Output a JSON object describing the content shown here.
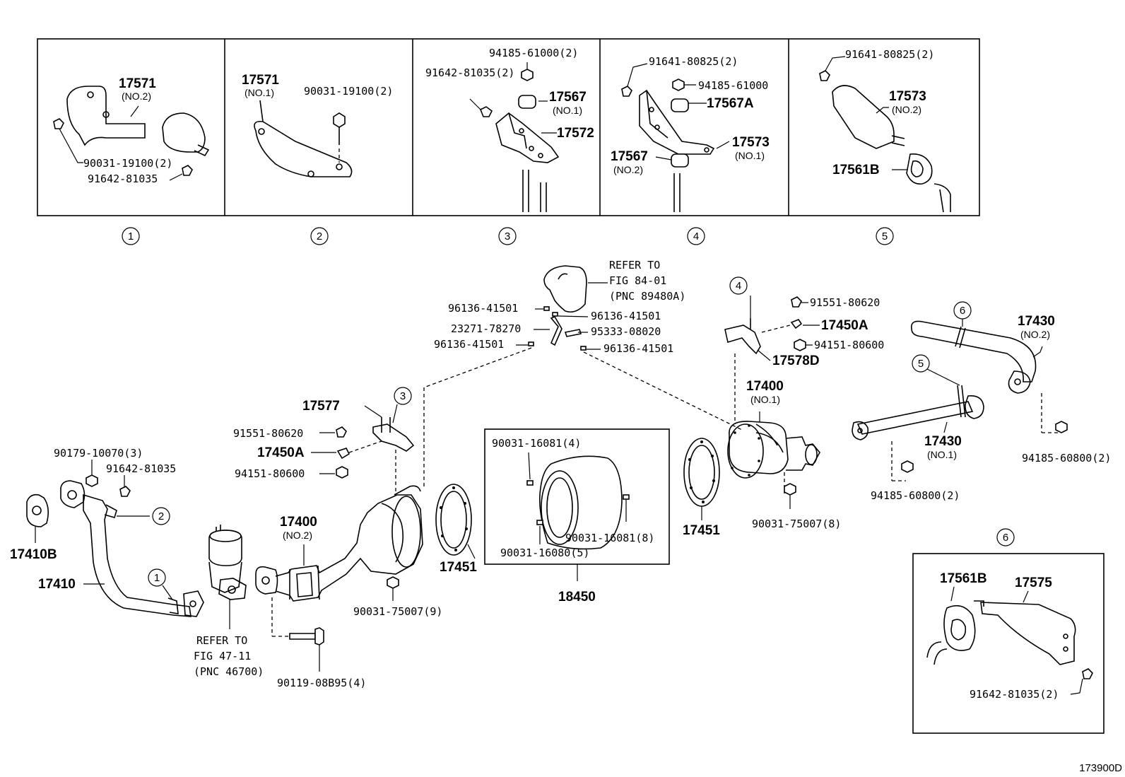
{
  "footer": {
    "diagram_code": "173900D"
  },
  "detail_panels": {
    "p1": {
      "callout": "1",
      "pnc_17571": "17571",
      "no2": "(NO.2)",
      "bolt_90031": "90031-19100(2)",
      "nut_91642": "91642-81035"
    },
    "p2": {
      "callout": "2",
      "pnc_17571": "17571",
      "no1": "(NO.1)",
      "bolt_90031": "90031-19100(2)"
    },
    "p3": {
      "callout": "3",
      "nut_94185": "94185-61000(2)",
      "bolt_91642": "91642-81035(2)",
      "pnc_17567": "17567",
      "no1": "(NO.1)",
      "pnc_17572": "17572"
    },
    "p4": {
      "callout": "4",
      "bolt_91641": "91641-80825(2)",
      "nut_94185": "94185-61000",
      "pnc_17567a": "17567A",
      "pnc_17573": "17573",
      "no1": "(NO.1)",
      "pnc_17567": "17567",
      "no2": "(NO.2)"
    },
    "p5": {
      "callout": "5",
      "bolt_91641": "91641-80825(2)",
      "pnc_17573": "17573",
      "no2": "(NO.2)",
      "pnc_17561b": "17561B"
    }
  },
  "main": {
    "refer_fig84": {
      "line1": "REFER TO",
      "line2": "FIG 84-01",
      "line3": "(PNC 89480A)"
    },
    "clip_96136_a": "96136-41501",
    "clip_96136_b": "96136-41501",
    "clip_96136_c": "96136-41501",
    "clip_96136_d": "96136-41501",
    "hose_23271": "23271-78270",
    "hose_95333": "95333-08020",
    "callout_4": "4",
    "bolt_91551_right": "91551-80620",
    "pnc_17450a_right": "17450A",
    "nut_94151_right": "94151-80600",
    "pnc_17578d": "17578D",
    "callout_6_top": "6",
    "callout_5": "5",
    "pnc_17430_no2": "17430",
    "no2_17430": "(NO.2)",
    "pnc_17430_no1": "17430",
    "no1_17430": "(NO.1)",
    "nut_94185_right": "94185-60800(2)",
    "nut_94185_mid": "94185-60800(2)",
    "pnc_17400_no1": "17400",
    "no1_17400": "(NO.1)",
    "pnc_17451_right": "17451",
    "nut_90031_right": "90031-75007(8)",
    "pnc_17577": "17577",
    "callout_3": "3",
    "bolt_91551_left": "91551-80620",
    "pnc_17450a_left": "17450A",
    "nut_94151_left": "94151-80600",
    "nut_90179": "90179-10070(3)",
    "nut_91642": "91642-81035",
    "callout_2": "2",
    "callout_1": "1",
    "pnc_17410b": "17410B",
    "pnc_17410": "17410",
    "refer_fig47": {
      "line1": "REFER TO",
      "line2": "FIG 47-11",
      "line3": "(PNC 46700)"
    },
    "bolt_90119": "90119-08B95(4)",
    "pnc_17400_no2": "17400",
    "no2_17400": "(NO.2)",
    "nut_90031_left": "90031-75007(9)",
    "pnc_17451_left": "17451",
    "kit": {
      "pin_a": "90031-16081(4)",
      "pin_b": "90031-16081(8)",
      "pin_c": "90031-16080(5)",
      "pnc_18450": "18450"
    },
    "detail6": {
      "callout": "6",
      "pnc_17561b": "17561B",
      "pnc_17575": "17575",
      "bolt_91642": "91642-81035(2)"
    }
  }
}
